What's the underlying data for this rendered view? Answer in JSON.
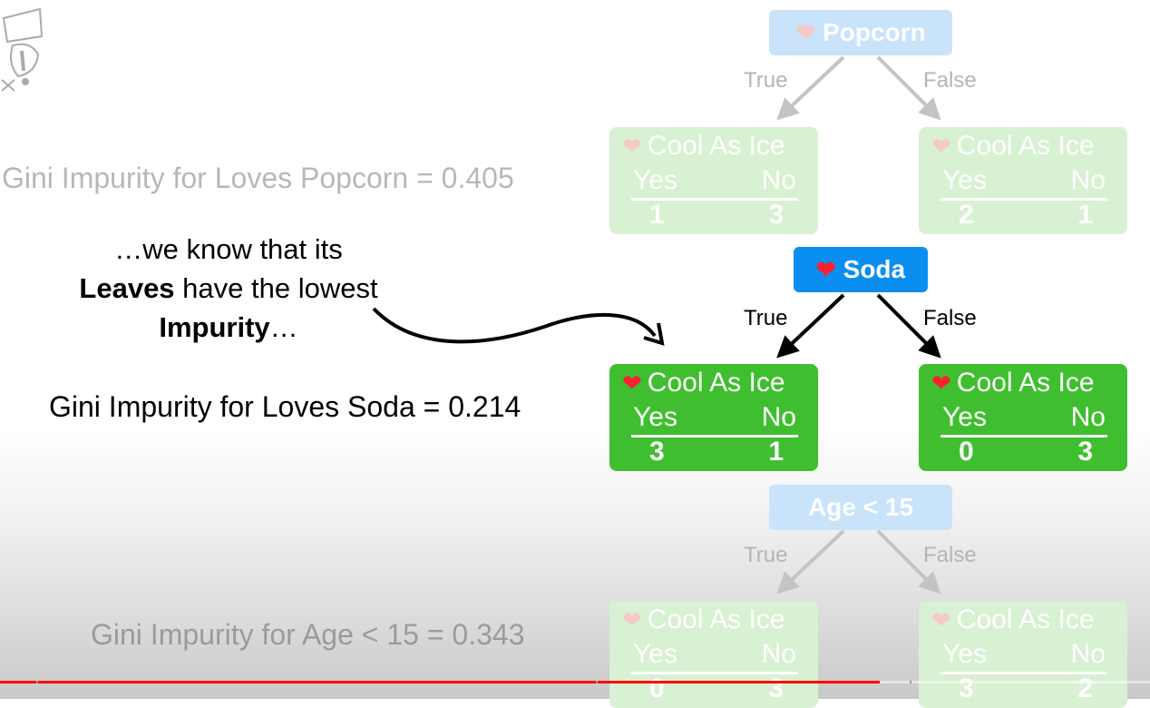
{
  "left": {
    "gini_popcorn": "Gini Impurity for Loves Popcorn = 0.405",
    "narration_line1": "…we know that its",
    "narration_leaves": "Leaves",
    "narration_line2_rest": " have the lowest",
    "narration_impurity": "Impurity",
    "narration_line3_rest": "…",
    "gini_soda": "Gini Impurity for Loves Soda = 0.214",
    "gini_age": "Gini Impurity for Age < 15 = 0.343"
  },
  "trees": {
    "popcorn": {
      "root": "Popcorn",
      "true_label": "True",
      "false_label": "False",
      "left_leaf": {
        "title": "Cool As Ice",
        "yes": "Yes",
        "no": "No",
        "yes_count": "1",
        "no_count": "3"
      },
      "right_leaf": {
        "title": "Cool As Ice",
        "yes": "Yes",
        "no": "No",
        "yes_count": "2",
        "no_count": "1"
      }
    },
    "soda": {
      "root": "Soda",
      "true_label": "True",
      "false_label": "False",
      "left_leaf": {
        "title": "Cool As Ice",
        "yes": "Yes",
        "no": "No",
        "yes_count": "3",
        "no_count": "1"
      },
      "right_leaf": {
        "title": "Cool As Ice",
        "yes": "Yes",
        "no": "No",
        "yes_count": "0",
        "no_count": "3"
      }
    },
    "age": {
      "root": "Age < 15",
      "true_label": "True",
      "false_label": "False",
      "left_leaf": {
        "title": "Cool As Ice",
        "yes": "Yes",
        "no": "No",
        "yes_count": "0",
        "no_count": "3"
      },
      "right_leaf": {
        "title": "Cool As Ice",
        "yes": "Yes",
        "no": "No",
        "yes_count": "3",
        "no_count": "2"
      }
    }
  },
  "icons": {
    "heart": "heart-icon"
  },
  "colors": {
    "root_active": "#0a8ef0",
    "leaf_active": "#3fbf2f",
    "progress": "#ff0000",
    "heart": "#ff1f2f"
  },
  "video": {
    "progress_fraction": 0.765
  }
}
